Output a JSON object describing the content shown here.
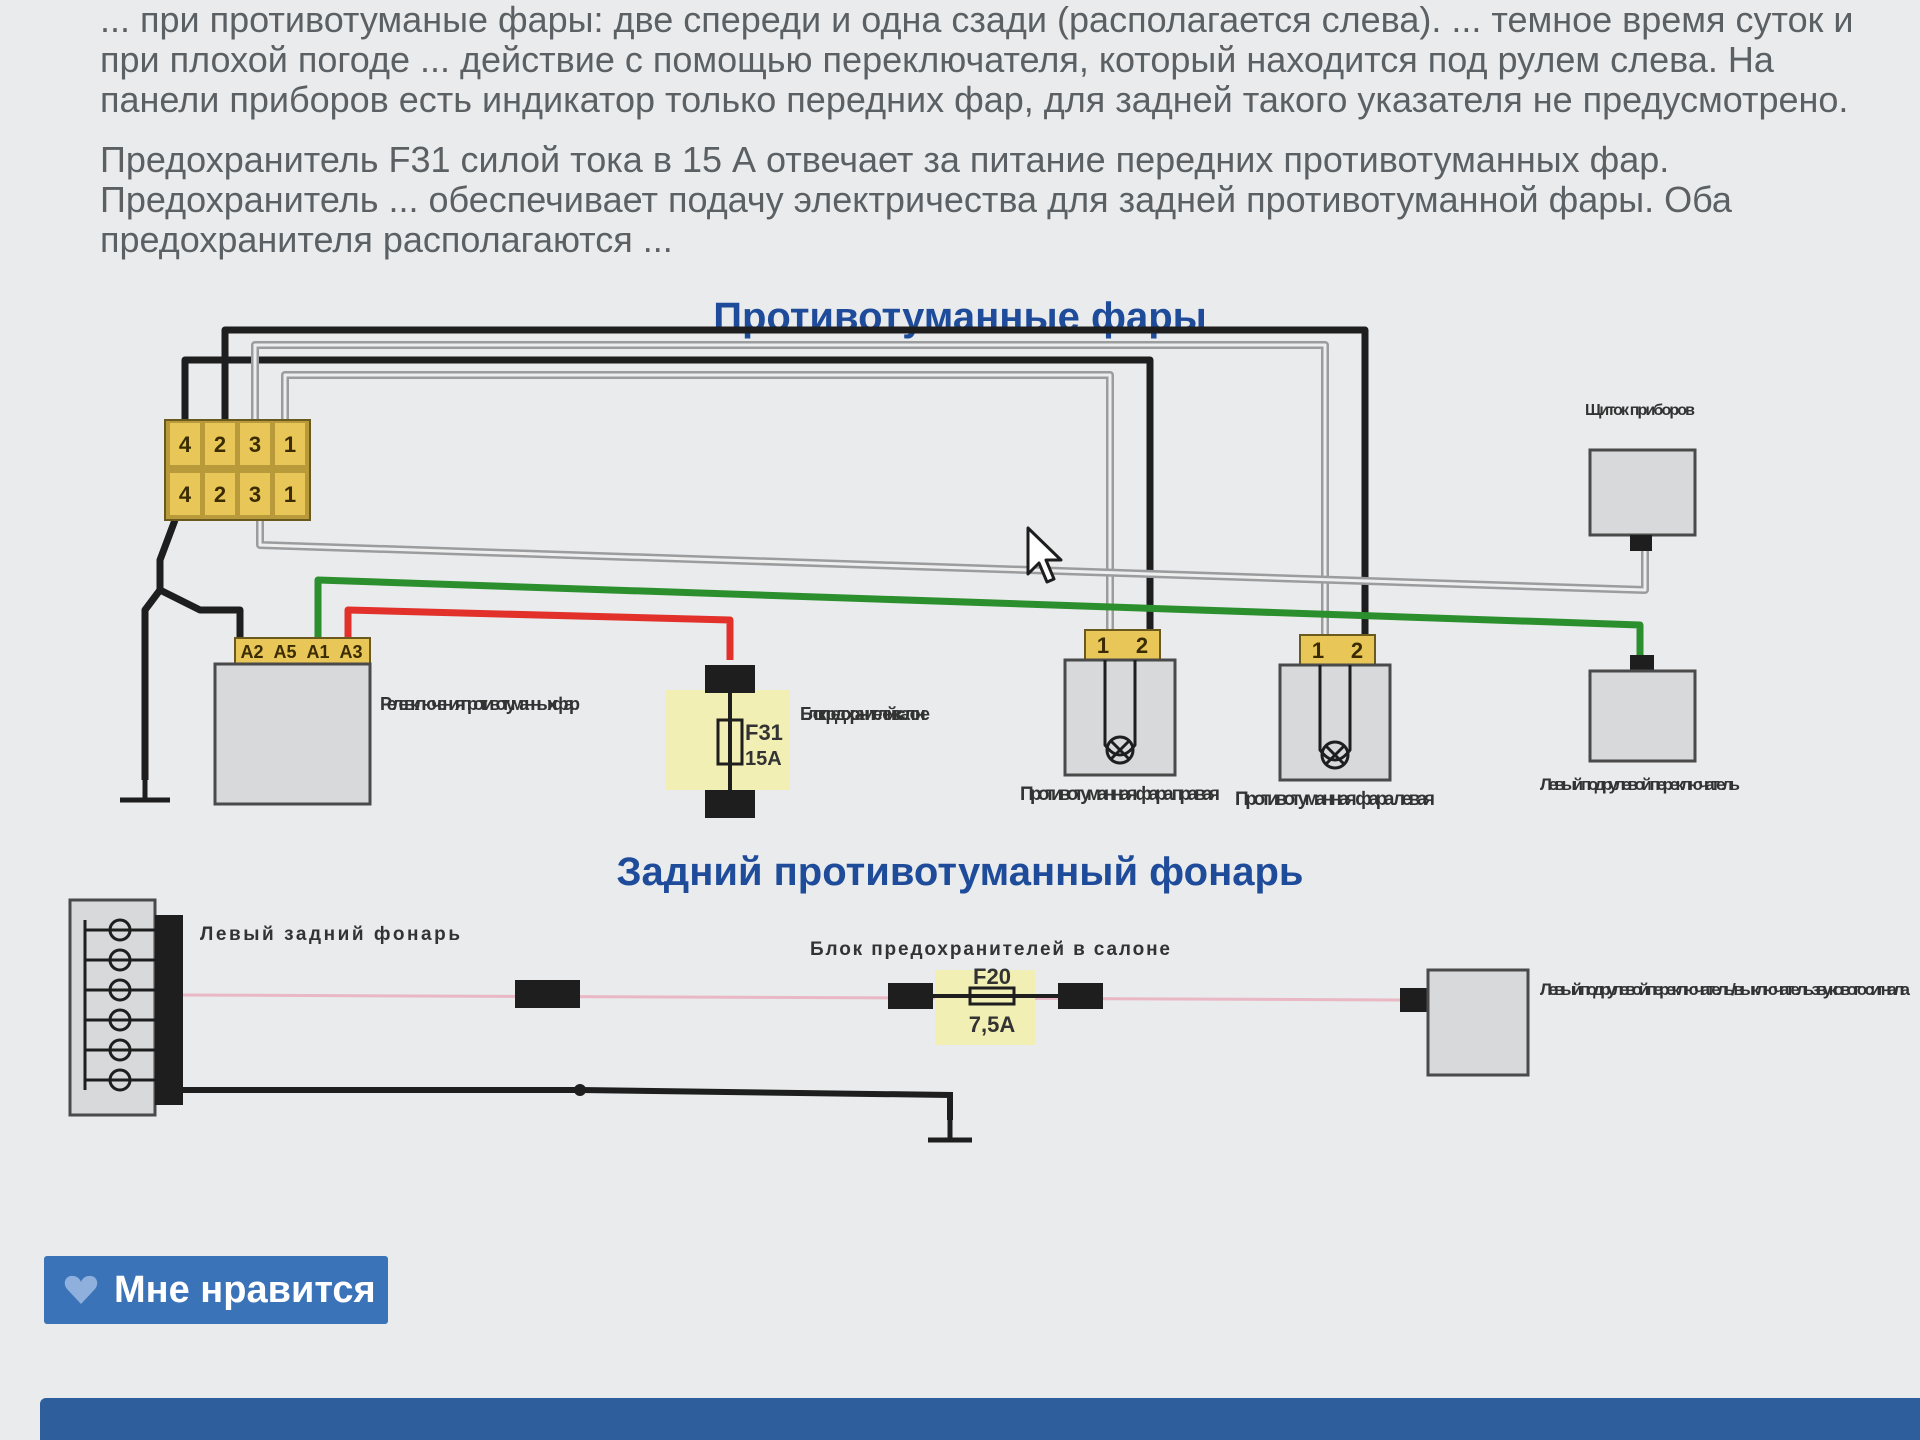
{
  "article": {
    "paragraph1": "... при противотуманые фары: две спереди и одна сзади (располагается слева). ... темное время суток и при плохой погоде ... действие с помощью переключателя, который находится под рулем слева. На панели приборов есть индикатор только передних фар, для задней такого указателя не предусмотрено.",
    "paragraph2": "Предохранитель F31 силой тока в 15 А отвечает за питание передних противотуманных фар. Предохранитель ... обеспечивает подачу электричества для задней противотуманной фары. Оба предохранителя располагаются ..."
  },
  "diagram": {
    "title_front": "Противотуманные  фары",
    "title_rear": "Задний противотуманный фонарь",
    "connector_pins_top": [
      "4",
      "2",
      "3",
      "1"
    ],
    "connector_pins_bottom": [
      "4",
      "2",
      "3",
      "1"
    ],
    "relay_pins": [
      "A2",
      "A5",
      "A1",
      "A3"
    ],
    "relay_label": "Реле включения противотуманных фар",
    "fuse_front": {
      "name": "F31",
      "rating": "15A"
    },
    "fuse_block_label": "Блок предохра-нителей в салоне",
    "fog_right_pins": [
      "1",
      "2"
    ],
    "fog_left_pins": [
      "1",
      "2"
    ],
    "fog_right_label": "Противотуманная фара правая",
    "fog_left_label": "Противотуманная фара левая",
    "instrument_label": "Щиток приборов",
    "switch_label": "Левый подрулевой переключатель",
    "rear_lamp_label": "Левый задний фонарь",
    "rear_fuse_block_label": "Блок предохранителей в салоне",
    "fuse_rear": {
      "name": "F20",
      "rating": "7,5A"
    },
    "rear_switch_label": "Левый подрулевой переключатель/ выключатель звукового сигнала",
    "colors": {
      "wire_black": "#1e1e1e",
      "wire_gray": "#b9bcbe",
      "wire_green": "#2c8f2e",
      "wire_red": "#e2302a",
      "wire_pink": "#e9b8c4",
      "title_blue": "#1f4c9a",
      "pin_yellow": "#e8c657",
      "fuse_highlight": "#f2efb4"
    }
  },
  "actions": {
    "like_label": "Мне нравится"
  }
}
